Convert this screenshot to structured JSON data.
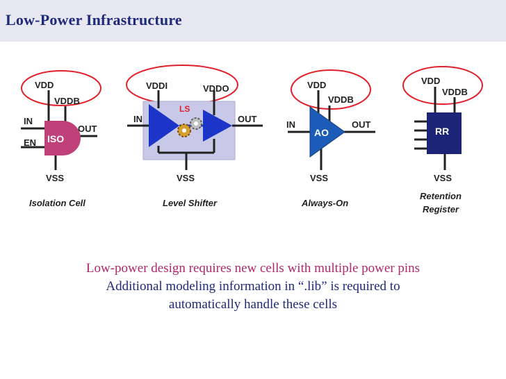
{
  "slide": {
    "title": "Low-Power Infrastructure",
    "captions": [
      "Low-power design requires new cells with multiple power pins",
      "Additional modeling information in “.lib” is required to",
      "automatically handle these cells"
    ]
  },
  "cells": {
    "iso": {
      "name": "Isolation Cell",
      "block": "ISO",
      "vdd": "VDD",
      "vddb": "VDDB",
      "in": "IN",
      "en": "EN",
      "out": "OUT",
      "vss": "VSS"
    },
    "ls": {
      "name": "Level Shifter",
      "block": "LS",
      "vddi": "VDDI",
      "vddo": "VDDO",
      "in": "IN",
      "out": "OUT",
      "vss": "VSS"
    },
    "ao": {
      "name": "Always-On",
      "block": "AO",
      "vdd": "VDD",
      "vddb": "VDDB",
      "in": "IN",
      "out": "OUT",
      "vss": "VSS"
    },
    "rr": {
      "name_line1": "Retention",
      "name_line2": "Register",
      "block": "RR",
      "vdd": "VDD",
      "vddb": "VDDB",
      "vss": "VSS"
    }
  },
  "colors": {
    "title": "#1f2a7a",
    "highlight_ellipse": "#e0202a",
    "iso_fill": "#c0407a",
    "ls_fill": "#1c34c8",
    "ls_bg": "#c8c8e8",
    "ao_fill": "#1c5cb8",
    "rr_fill": "#1c2478",
    "caption_pink": "#b0286e",
    "caption_blue": "#1f2a7a"
  },
  "icons": [
    "gear-icon"
  ]
}
